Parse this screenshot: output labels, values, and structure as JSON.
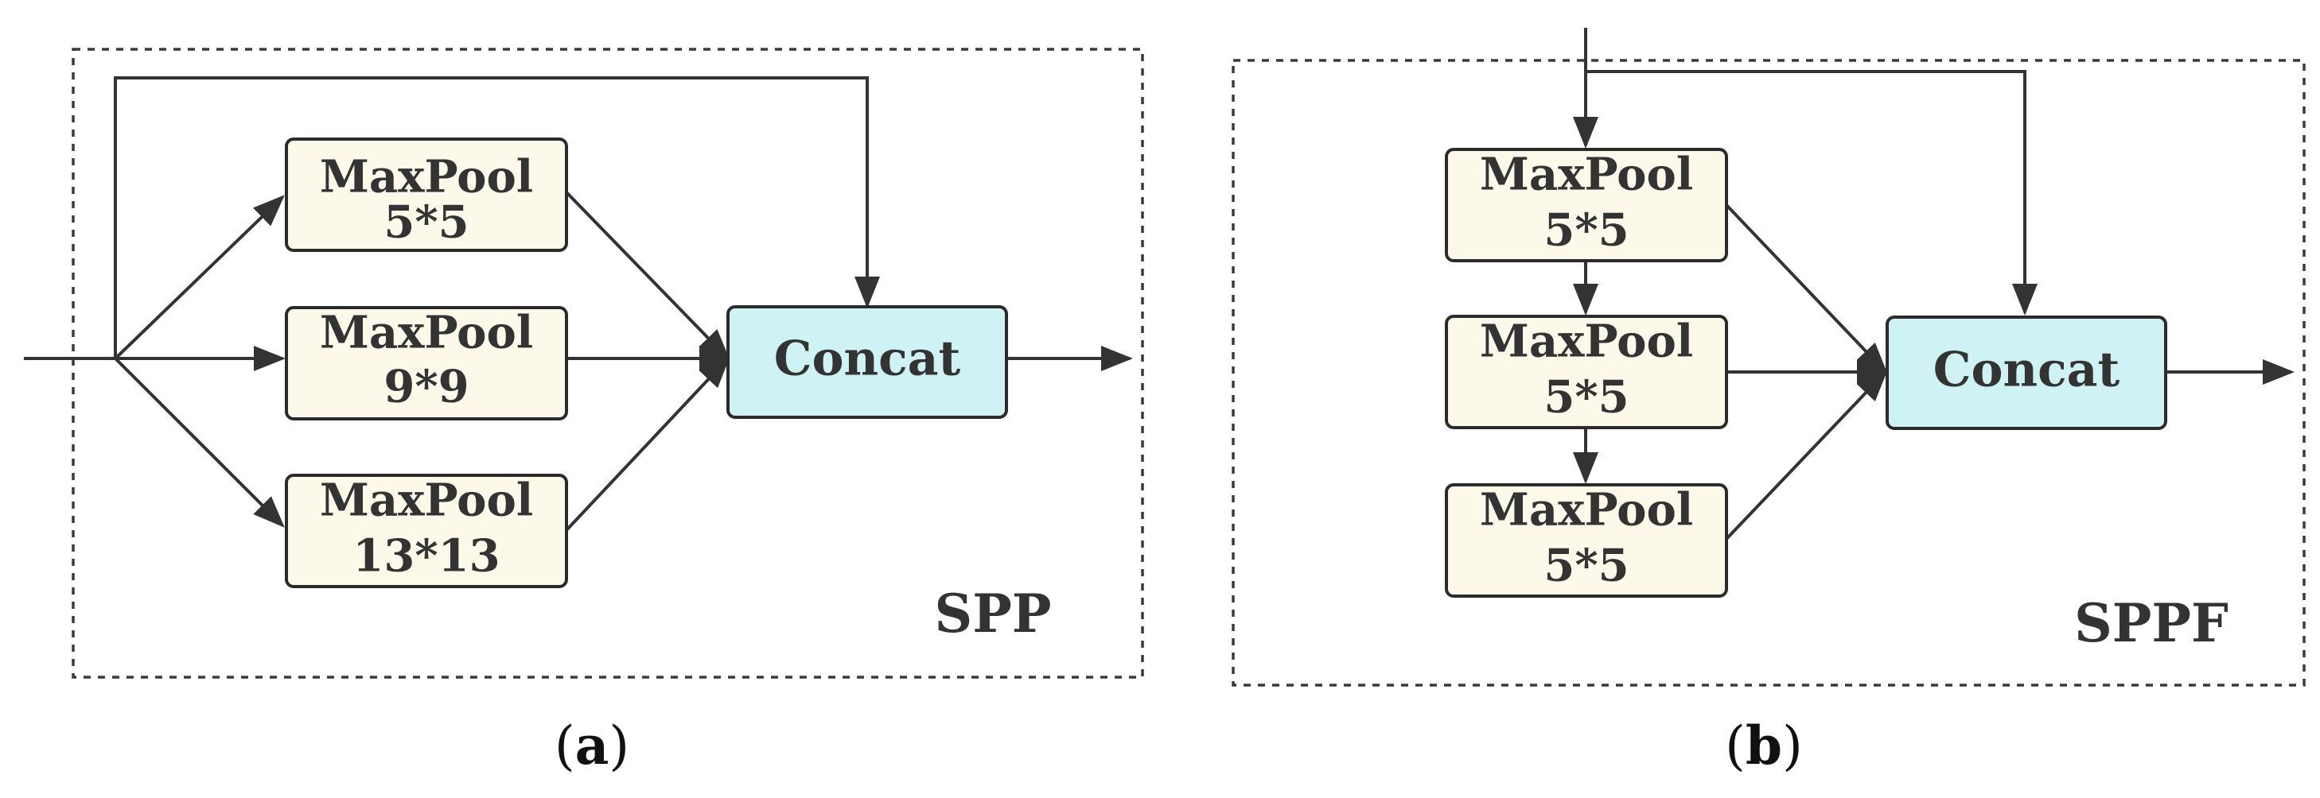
{
  "spp": {
    "tag": "SPP",
    "caption": {
      "open": "(",
      "letter": "a",
      "close": ")"
    },
    "pools": [
      {
        "name": "MaxPool",
        "size": "5*5"
      },
      {
        "name": "MaxPool",
        "size": "9*9"
      },
      {
        "name": "MaxPool",
        "size": "13*13"
      }
    ],
    "concat": "Concat"
  },
  "sppf": {
    "tag": "SPPF",
    "caption": {
      "open": "(",
      "letter": "b",
      "close": ")"
    },
    "pools": [
      {
        "name": "MaxPool",
        "size": "5*5"
      },
      {
        "name": "MaxPool",
        "size": "5*5"
      },
      {
        "name": "MaxPool",
        "size": "5*5"
      }
    ],
    "concat": "Concat"
  },
  "colors": {
    "pool_fill": "#fcf8ea",
    "concat_fill": "#cff2f4",
    "stroke": "#2b2b2b"
  }
}
